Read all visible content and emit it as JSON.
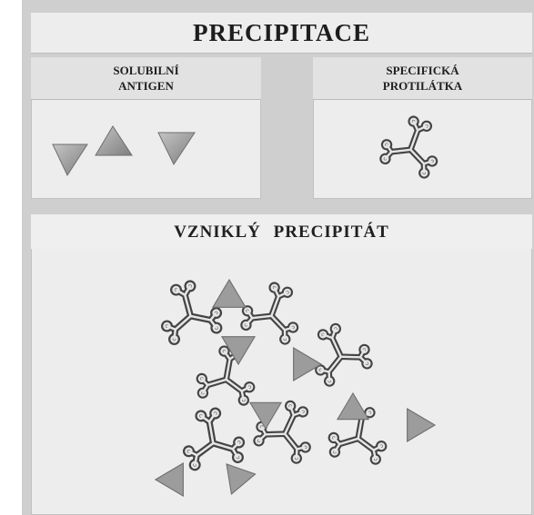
{
  "title": "PRECIPITACE",
  "panels": {
    "antigen": {
      "line1": "SOLUBILNÍ",
      "line2": "ANTIGEN"
    },
    "antibody": {
      "line1": "SPECIFICKÁ",
      "line2": "PROTILÁTKA"
    },
    "precipitate": {
      "label": "VZNIKLÝ PRECIPITÁT"
    }
  },
  "colors": {
    "background": "#cfcfcf",
    "panel": "#ededed",
    "antigen": "#9a9a9a",
    "antibody": "#444444"
  },
  "icons": [
    "antigen-triangle-icon",
    "antibody-icon"
  ]
}
